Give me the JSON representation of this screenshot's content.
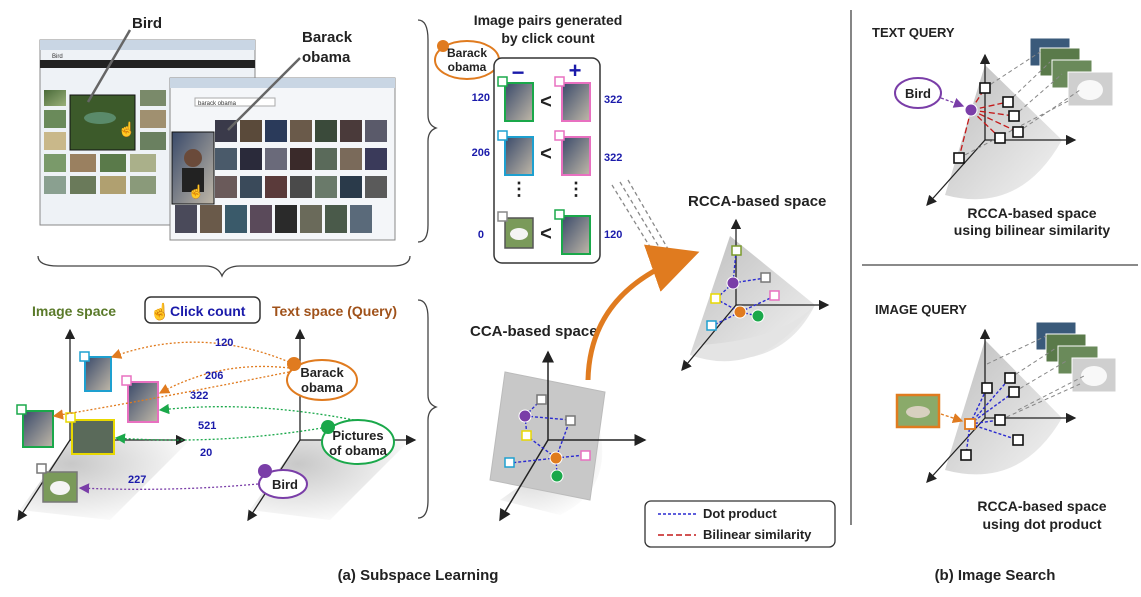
{
  "screenshot": {
    "bird_label": "Bird",
    "obama_label_line1": "Barack",
    "obama_label_line2": "obama",
    "bird_search": "Bird",
    "obama_search": "barack obama"
  },
  "pairs": {
    "title_line1": "Image pairs generated",
    "title_line2": "by click count",
    "query_line1": "Barack",
    "query_line2": "obama",
    "minus": "−",
    "plus": "+",
    "less_than": "<",
    "ellipsis": "⋮",
    "rows": [
      {
        "left_count": "120",
        "right_count": "322"
      },
      {
        "left_count": "206",
        "right_count": "322"
      },
      {
        "left_count": "0",
        "right_count": "120"
      }
    ]
  },
  "spaces": {
    "image_space": "Image space",
    "click_count": "Click count",
    "text_space": "Text space (Query)",
    "query_obama_1": "Barack",
    "query_obama_2": "obama",
    "query_pictures_1": "Pictures",
    "query_pictures_2": "of obama",
    "query_bird": "Bird",
    "links": [
      "120",
      "206",
      "322",
      "521",
      "20",
      "227"
    ]
  },
  "cca": {
    "title": "CCA-based space"
  },
  "rcca": {
    "title": "RCCA-based space"
  },
  "legend": {
    "dot_product": "Dot product",
    "bilinear": "Bilinear similarity"
  },
  "captions": {
    "subspace": "(a) Subspace Learning",
    "search": "(b) Image Search"
  },
  "search": {
    "text_query": "TEXT QUERY",
    "text_query_word": "Bird",
    "text_caption_1": "RCCA-based space",
    "text_caption_2": "using bilinear similarity",
    "image_query": "IMAGE QUERY",
    "image_caption_1": "RCCA-based space",
    "image_caption_2": "using dot product"
  },
  "colors": {
    "orange": "#e07b1f",
    "green": "#1aa84a",
    "purple": "#7a3ea8",
    "blue": "#2a2ad0",
    "red": "#c41a1a",
    "link_blue": "#1a1aaa"
  }
}
